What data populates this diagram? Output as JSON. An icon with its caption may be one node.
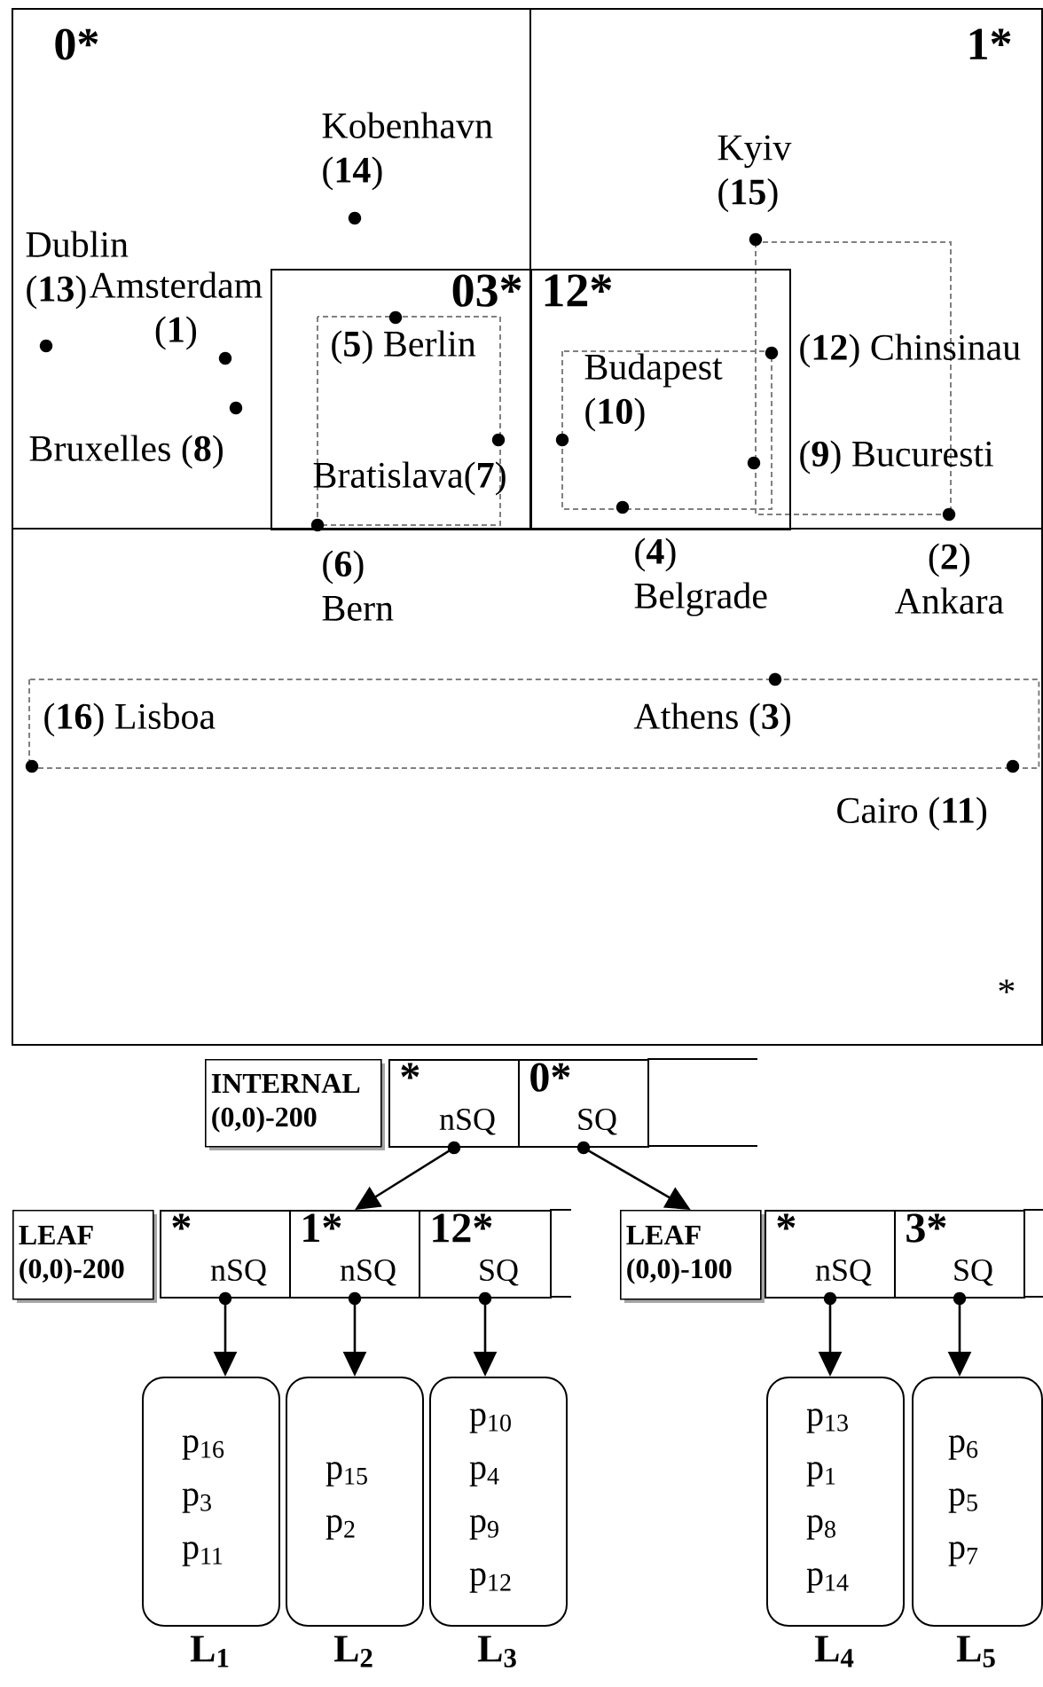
{
  "diagram": {
    "nodes": [
      {
        "text": [
          "03*"
        ]
      },
      {
        "text": [
          "12*"
        ]
      },
      {
        "text": [
          "INTERNAL (0,0)-200"
        ]
      },
      {
        "text": [
          "*",
          "nSQ"
        ]
      },
      {
        "text": [
          "0*",
          "SQ"
        ]
      },
      {
        "text": [],
        "shape": "box"
      },
      {
        "text": [
          "LEAF (0,0)-200"
        ]
      },
      {
        "text": [
          "*",
          "nSQ"
        ]
      },
      {
        "text": [
          "1*",
          "nSQ"
        ]
      },
      {
        "text": [
          "12*",
          "SQ"
        ]
      },
      {
        "text": [],
        "shape": "box"
      },
      {
        "text": [
          "LEAF (0,0)-100"
        ]
      },
      {
        "text": [
          "*",
          "nSQ"
        ]
      },
      {
        "text": [
          "3*",
          "SQ"
        ]
      },
      {
        "text": [],
        "shape": "box"
      },
      {
        "text": [
          "p$_{16}$ p$_{3}$ p$_{11}$"
        ],
        "beside": [
          "L$_{1}$"
        ]
      },
      {
        "text": [
          "p$_{15}$ p$_{2}$"
        ],
        "beside": [
          "L$_{2}$"
        ]
      },
      {
        "text": [
          "p$_{10}$ p$_{4}$ p$_{9}$ p$_{12}$"
        ],
        "beside": [
          "L$_{3}$"
        ]
      },
      {
        "text": [
          "p$_{13}$ p$_{1}$ p$_{8}$ p$_{14}$"
        ],
        "beside": [
          "L$_{4}$"
        ]
      },
      {
        "text": [
          "p$_{6}$ p$_{5}$ p$_{7}$"
        ],
        "beside": [
          "L$_{5}$"
        ]
      }
    ],
    "edges": [
      {
        "from": 3,
        "to": 8,
        "arrow": "to"
      },
      {
        "from": 4,
        "to": 11,
        "arrow": "to"
      },
      {
        "from": 7,
        "to": 15,
        "arrow": "to"
      },
      {
        "from": 8,
        "to": 16,
        "arrow": "to"
      },
      {
        "from": 9,
        "to": 17,
        "arrow": "to"
      },
      {
        "from": 12,
        "to": 18,
        "arrow": "to"
      },
      {
        "from": 13,
        "to": 19,
        "arrow": "to"
      }
    ],
    "labels": [
      "0*",
      "1*",
      "Kobenhavn (**14**)",
      "Kyiv (**15**)",
      "Dublin (**13**)",
      "Amsterdam (**1**)",
      "(**5**) Berlin",
      "Budapest (**10**)",
      "(**12**) Chinsinau",
      "Bruxelles (**8**)",
      "(**9**) Bucuresti",
      "Bratislava(**7**)",
      "(**6**) Bern",
      "(**4**) Belgrade",
      "(**2**) Ankara",
      "(**16**) Lisboa",
      "Athens (**3**)",
      "Cairo (**11**)",
      "*"
    ]
  }
}
